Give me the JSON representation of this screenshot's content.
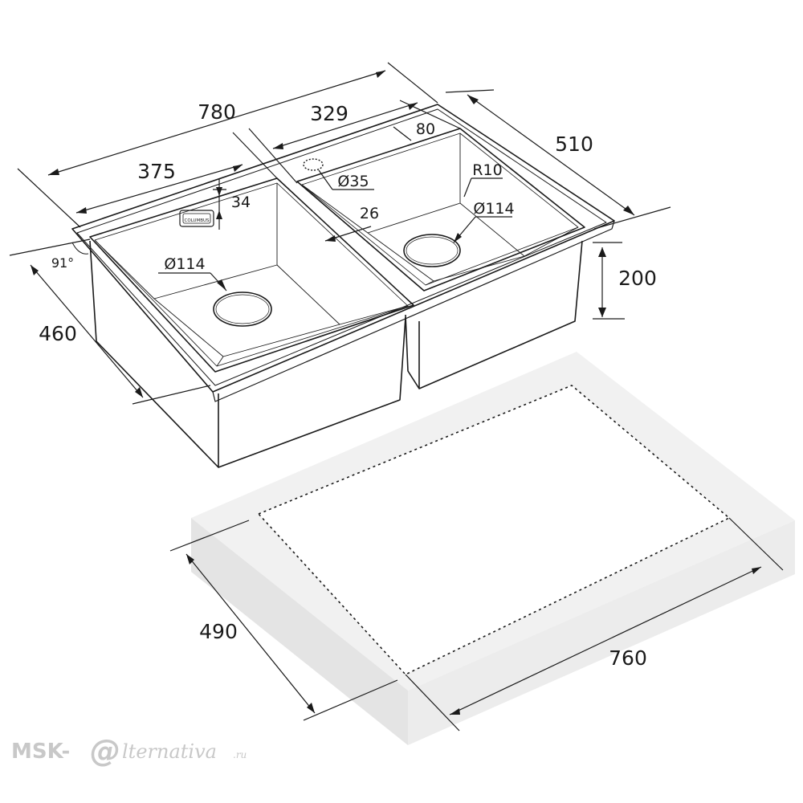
{
  "dimensions": {
    "overall_length": "780",
    "overall_width": "510",
    "left_bowl_width": "375",
    "right_bowl_width": "329",
    "right_bowl_offset": "80",
    "rim_to_bowl": "34",
    "bowl_gap": "26",
    "tap_hole": "Ø35",
    "corner_radius": "R10",
    "right_drain": "Ø114",
    "left_drain": "Ø114",
    "depth": "200",
    "bowl_depth": "460",
    "angle": "91°",
    "cutout_width": "490",
    "cutout_length": "760"
  },
  "badge": {
    "text": "COLUMBUS"
  },
  "watermark": {
    "brand_left": "MSK-",
    "brand_at": "@",
    "brand_right": "lternativa",
    "tld": ".ru"
  },
  "colors": {
    "line": "#1a1a1a",
    "countertop": "#f0f0f0",
    "watermark": "#c8c8c8"
  }
}
